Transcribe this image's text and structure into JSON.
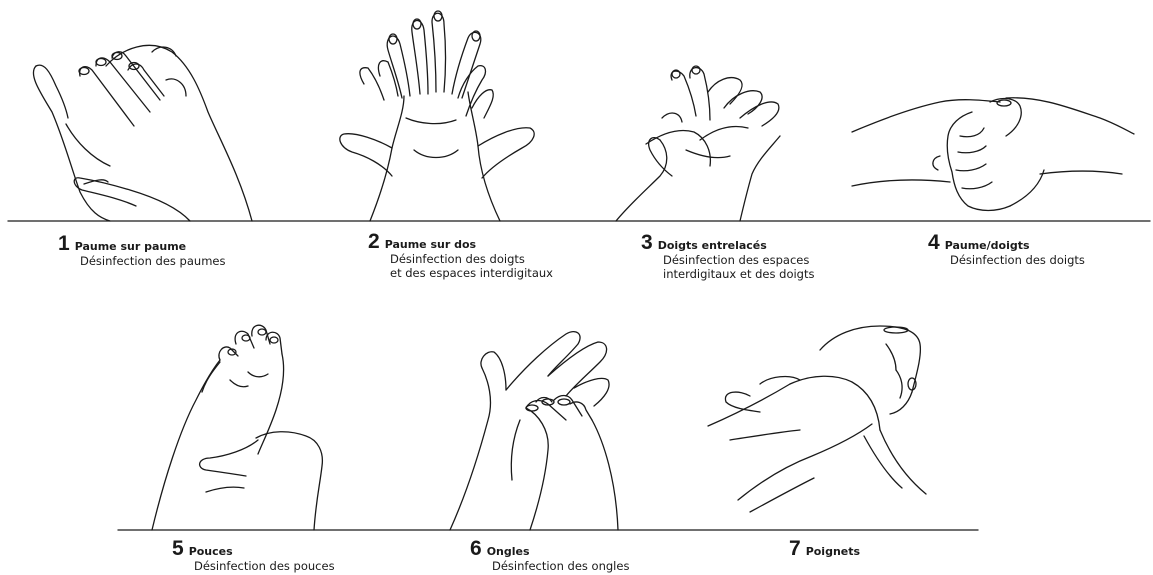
{
  "steps": [
    {
      "number": "1",
      "title": "Paume sur paume",
      "description": [
        "Désinfection des paumes"
      ],
      "icon": "palm-to-palm-hands-icon"
    },
    {
      "number": "2",
      "title": "Paume sur dos",
      "description": [
        "Désinfection des doigts",
        "et des espaces interdigitaux"
      ],
      "icon": "palm-over-back-hands-icon"
    },
    {
      "number": "3",
      "title": "Doigts entrelacés",
      "description": [
        "Désinfection des espaces",
        "interdigitaux et des doigts"
      ],
      "icon": "interlaced-fingers-hands-icon"
    },
    {
      "number": "4",
      "title": "Paume/doigts",
      "description": [
        "Désinfection des doigts"
      ],
      "icon": "palm-fingers-grip-hands-icon"
    },
    {
      "number": "5",
      "title": "Pouces",
      "description": [
        "Désinfection des pouces"
      ],
      "icon": "thumb-rotation-hands-icon"
    },
    {
      "number": "6",
      "title": "Ongles",
      "description": [
        "Désinfection des ongles"
      ],
      "icon": "fingertips-nails-hands-icon"
    },
    {
      "number": "7",
      "title": "Poignets",
      "description": [],
      "icon": "wrist-rub-hands-icon"
    }
  ],
  "colors": {
    "line": "#1a1a1a",
    "background": "#ffffff"
  }
}
